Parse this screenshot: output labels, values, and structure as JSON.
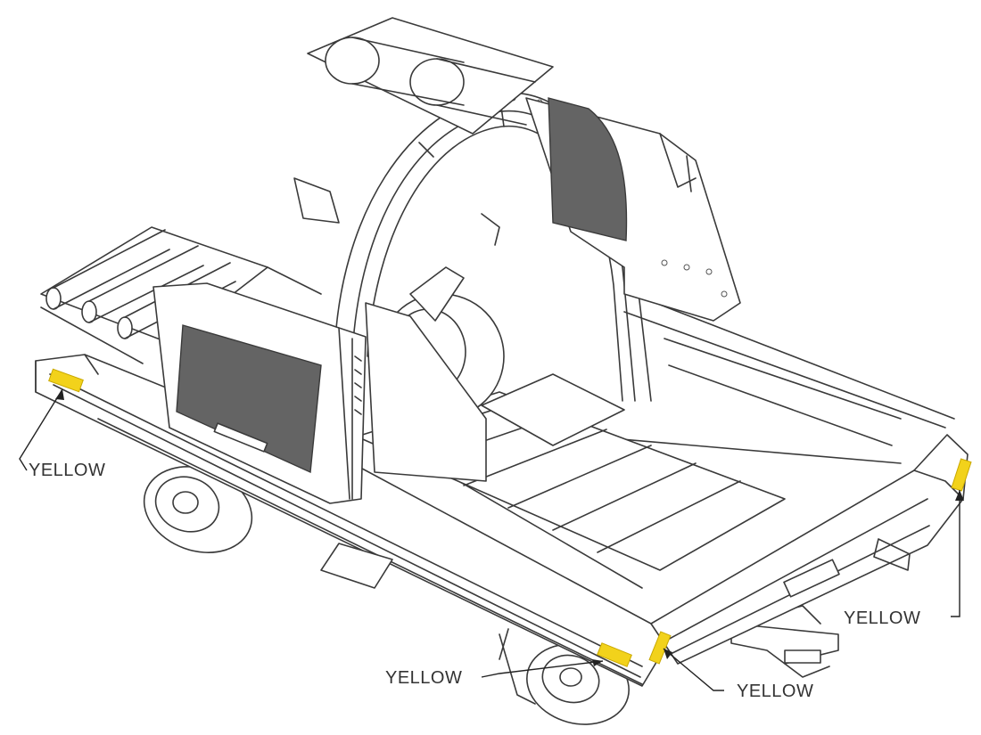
{
  "diagram": {
    "callouts": [
      {
        "id": "front-left",
        "label": "YELLOW"
      },
      {
        "id": "right-end",
        "label": "YELLOW"
      },
      {
        "id": "rear-left",
        "label": "YELLOW"
      },
      {
        "id": "rear-corner",
        "label": "YELLOW"
      }
    ],
    "colors": {
      "reflector": "#f2d21b",
      "line": "#3a3a3a",
      "panel": "#646464"
    }
  }
}
